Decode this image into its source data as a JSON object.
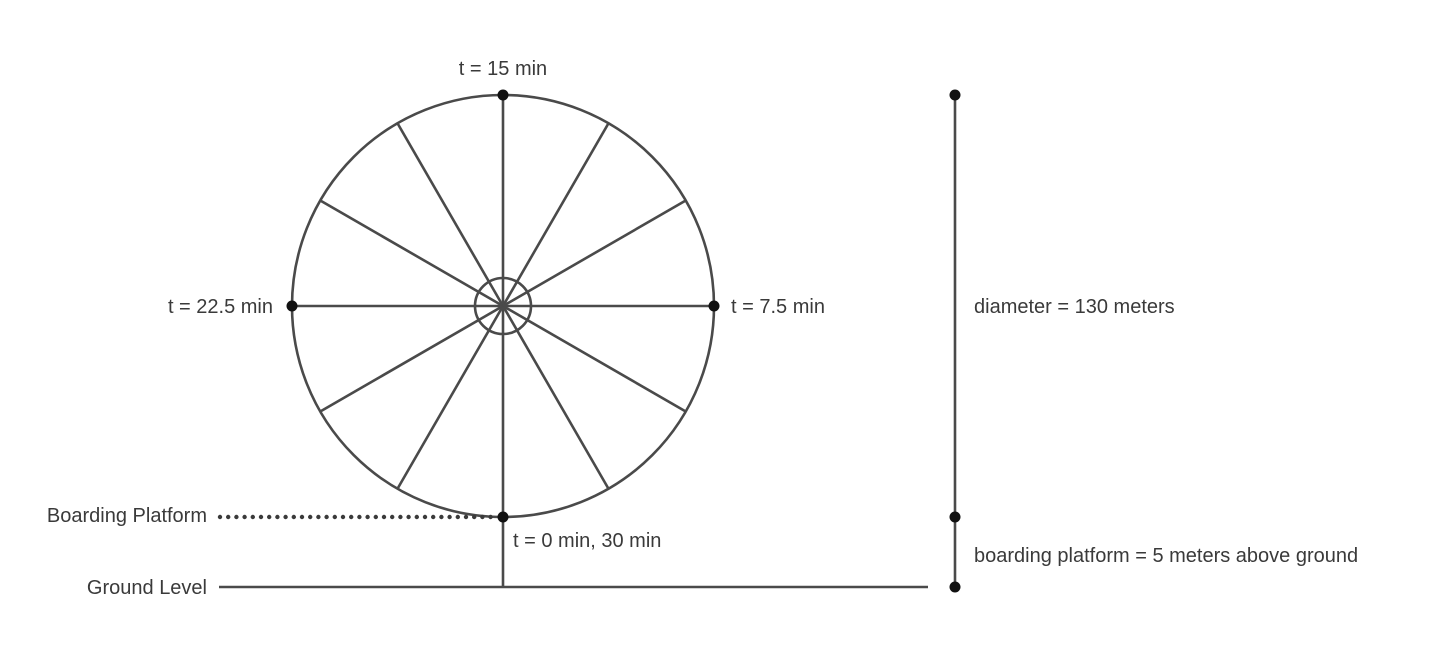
{
  "labels": {
    "t15": "t = 15 min",
    "t7_5": "t = 7.5 min",
    "t22_5": "t = 22.5 min",
    "t0": "t = 0 min, 30 min",
    "boarding_platform": "Boarding Platform",
    "ground_level": "Ground Level",
    "diameter": "diameter = 130 meters",
    "platform_height": "boarding platform = 5 meters above ground"
  },
  "wheel": {
    "spoke_count": 12
  }
}
